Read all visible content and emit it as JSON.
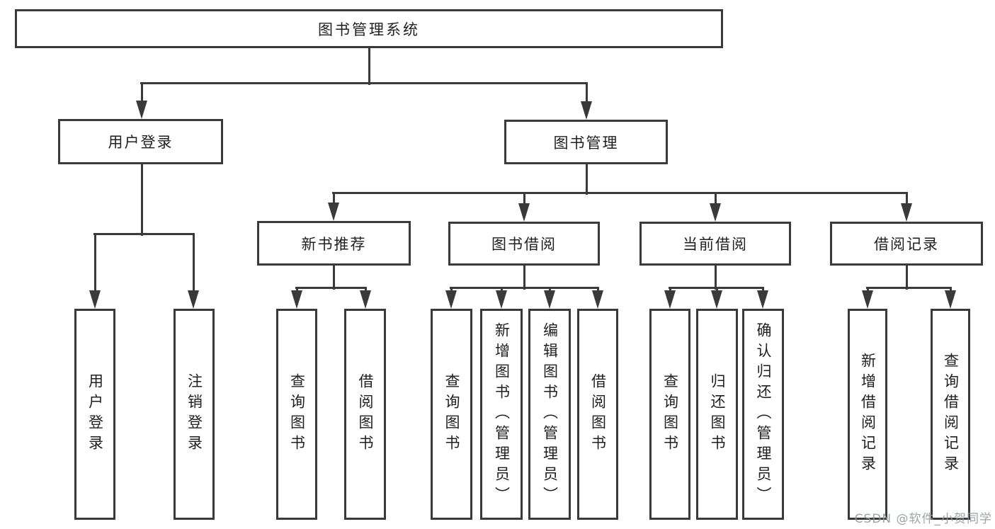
{
  "diagram": {
    "title": "图书管理系统",
    "nodes": [
      {
        "id": "root",
        "label": "图书管理系统",
        "parent": null,
        "orient": "h"
      },
      {
        "id": "user-login",
        "label": "用户登录",
        "parent": "root",
        "orient": "h"
      },
      {
        "id": "book-mgmt",
        "label": "图书管理",
        "parent": "root",
        "orient": "h"
      },
      {
        "id": "new-book-rec",
        "label": "新书推荐",
        "parent": "book-mgmt",
        "orient": "h"
      },
      {
        "id": "book-borrow",
        "label": "图书借阅",
        "parent": "book-mgmt",
        "orient": "h"
      },
      {
        "id": "current-borrow",
        "label": "当前借阅",
        "parent": "book-mgmt",
        "orient": "h"
      },
      {
        "id": "borrow-record",
        "label": "借阅记录",
        "parent": "book-mgmt",
        "orient": "h"
      },
      {
        "id": "v-user-login",
        "label": "用户登录",
        "parent": "user-login",
        "orient": "v"
      },
      {
        "id": "v-logout",
        "label": "注销登录",
        "parent": "user-login",
        "orient": "v"
      },
      {
        "id": "v-query-book-1",
        "label": "查询图书",
        "parent": "new-book-rec",
        "orient": "v"
      },
      {
        "id": "v-borrow-book-1",
        "label": "借阅图书",
        "parent": "new-book-rec",
        "orient": "v"
      },
      {
        "id": "v-query-book-2",
        "label": "查询图书",
        "parent": "book-borrow",
        "orient": "v"
      },
      {
        "id": "v-add-book",
        "label": "新增图书（管理员）",
        "parent": "book-borrow",
        "orient": "v"
      },
      {
        "id": "v-edit-book",
        "label": "编辑图书（管理员）",
        "parent": "book-borrow",
        "orient": "v"
      },
      {
        "id": "v-borrow-book-2",
        "label": "借阅图书",
        "parent": "book-borrow",
        "orient": "v"
      },
      {
        "id": "v-query-book-3",
        "label": "查询图书",
        "parent": "current-borrow",
        "orient": "v"
      },
      {
        "id": "v-return-book",
        "label": "归还图书",
        "parent": "current-borrow",
        "orient": "v"
      },
      {
        "id": "v-confirm-return",
        "label": "确认归还（管理员）",
        "parent": "current-borrow",
        "orient": "v"
      },
      {
        "id": "v-add-record",
        "label": "新增借阅记录",
        "parent": "borrow-record",
        "orient": "v"
      },
      {
        "id": "v-query-record",
        "label": "查询借阅记录",
        "parent": "borrow-record",
        "orient": "v"
      }
    ],
    "colors": {
      "line": "#3a3a3a",
      "text": "#1f1f1f",
      "background": "#ffffff",
      "watermark": "#94999e"
    },
    "watermark": "CSDN @软件_小贺同学"
  }
}
